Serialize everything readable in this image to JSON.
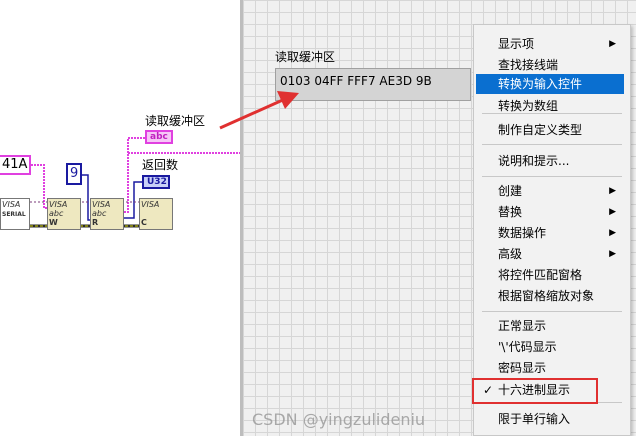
{
  "block_diagram": {
    "string_const": "41A",
    "num_const": "9",
    "read_buffer_label": "读取缓冲区",
    "read_buffer_type": "abc",
    "return_count_label": "返回数",
    "return_count_type": "U32",
    "visa_serial": "VISA",
    "visa_serial_sub": "SERIAL",
    "visa_write": "VISA",
    "visa_write_letter": "W",
    "visa_read": "VISA",
    "visa_read_letter": "R",
    "visa_close": "VISA",
    "visa_close_letter": "C"
  },
  "front_panel": {
    "indicator_label": "读取缓冲区",
    "indicator_value": "0103 04FF FFF7 AE3D 9B"
  },
  "menu": {
    "items": [
      {
        "label": "显示项",
        "submenu": true
      },
      {
        "label": "查找接线端"
      },
      {
        "label": "转换为输入控件",
        "highlighted": true
      },
      {
        "label": "转换为数组"
      },
      {
        "label": "制作自定义类型"
      },
      {
        "label": "说明和提示..."
      },
      {
        "label": "创建",
        "submenu": true
      },
      {
        "label": "替换",
        "submenu": true
      },
      {
        "label": "数据操作",
        "submenu": true
      },
      {
        "label": "高级",
        "submenu": true
      },
      {
        "label": "将控件匹配窗格"
      },
      {
        "label": "根据窗格缩放对象"
      },
      {
        "label": "正常显示"
      },
      {
        "label": "'\\'代码显示"
      },
      {
        "label": "密码显示"
      },
      {
        "label": "十六进制显示",
        "checked": true
      },
      {
        "label": "限于单行输入"
      }
    ],
    "check_mark": "✓",
    "submenu_arrow": "▶"
  },
  "watermark": "CSDN @yingzulideniu",
  "colors": {
    "highlight": "#0a6fd0",
    "annotation": "#e03030",
    "string_wire": "#e040e0",
    "numeric": "#1a1aa0"
  }
}
